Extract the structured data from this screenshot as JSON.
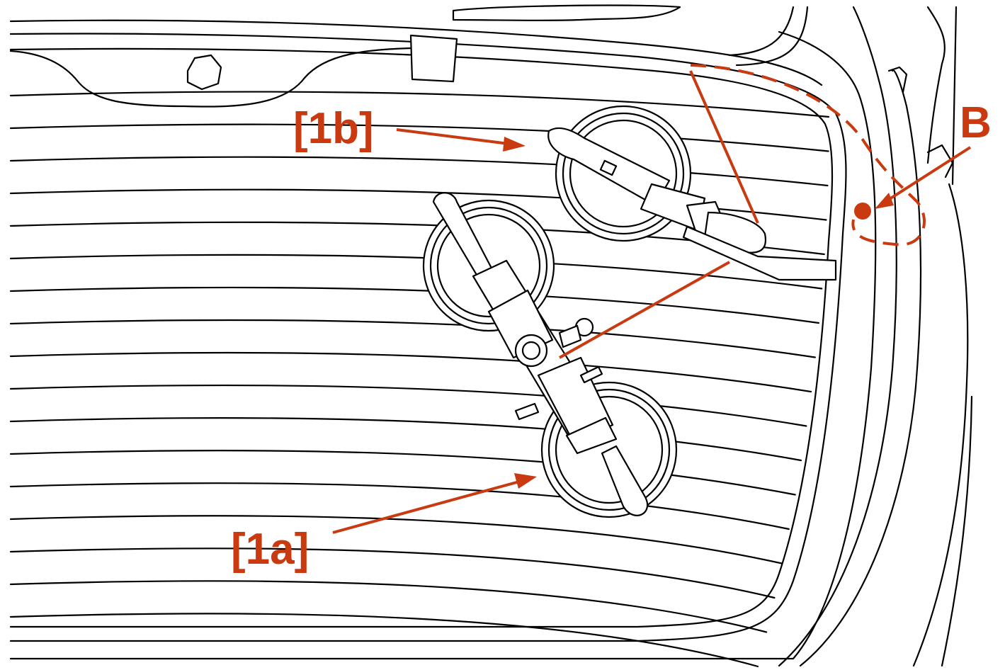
{
  "labels": {
    "clamp_1b": "[1b]",
    "clamp_1a": "[1a]",
    "point_b": "B"
  },
  "colors": {
    "callout": "#c93a10",
    "line": "#000000"
  }
}
